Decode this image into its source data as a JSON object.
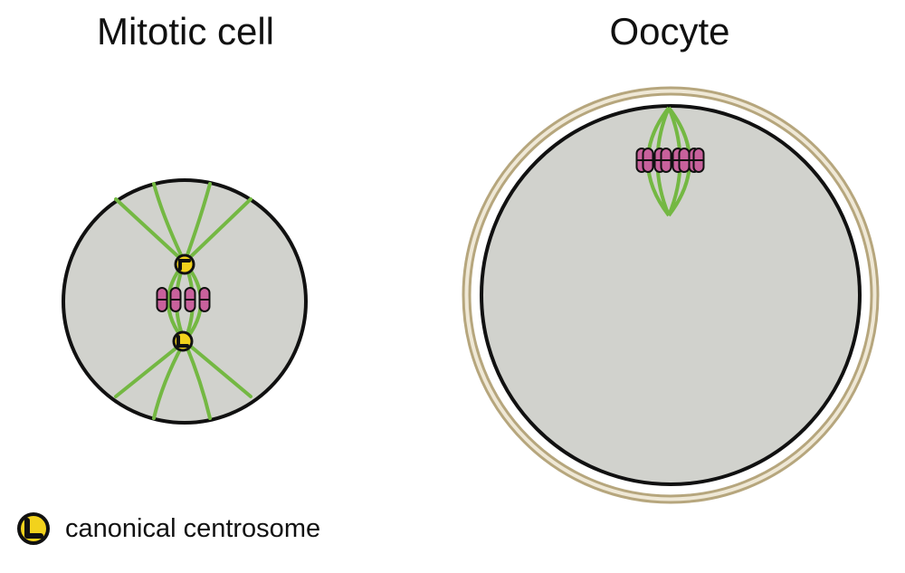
{
  "titles": {
    "mitotic": "Mitotic cell",
    "oocyte": "Oocyte"
  },
  "legend": {
    "label": "canonical centrosome"
  },
  "colors": {
    "cytoplasm": "#d1d2cd",
    "membrane": "#111111",
    "spindle": "#74b843",
    "chromosome": "#c8619c",
    "centrosome": "#f2d21c",
    "zona": "#efe8d6",
    "zona_outline": "#b6a67d"
  }
}
